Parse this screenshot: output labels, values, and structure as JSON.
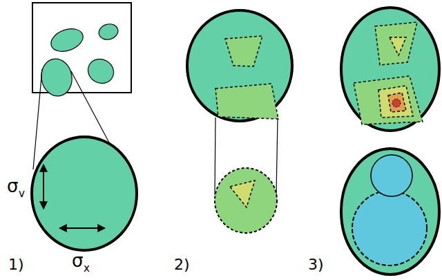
{
  "diagram": {
    "labels": [
      "σ",
      "v",
      "σ",
      "x",
      "1)",
      "2)",
      "3)"
    ]
  }
}
